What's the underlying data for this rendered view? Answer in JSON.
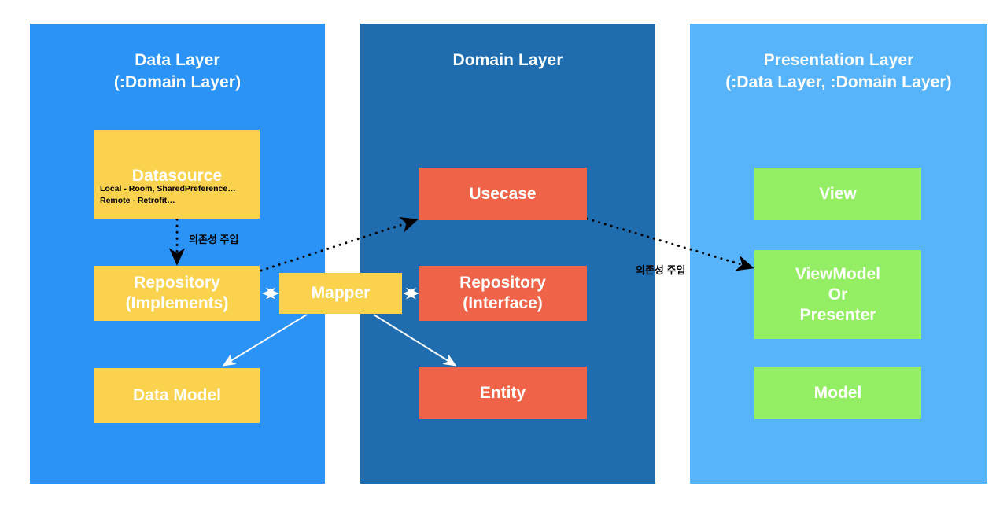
{
  "diagram": {
    "title": "Clean Architecture Layer Diagram",
    "colors": {
      "data_layer_bg": "#2B93F6",
      "domain_layer_bg": "#1F6CAE",
      "presentation_layer_bg": "#58B4FA",
      "data_node": "#FBD24D",
      "domain_node": "#EF6348",
      "presentation_node": "#93EE63",
      "page_bg": "#FFFFFF",
      "solid_arrow": "#FFFFFF",
      "dotted_arrow": "#000000"
    },
    "layers": [
      {
        "id": "data",
        "title": "Data Layer\n(:Domain Layer)",
        "nodes": [
          {
            "id": "datasource",
            "label": "Datasource",
            "sub": "Local - Room, SharedPreference…\nRemote - Retrofit…"
          },
          {
            "id": "repository-implements",
            "label": "Repository\n(Implements)"
          },
          {
            "id": "data-model",
            "label": "Data Model"
          }
        ]
      },
      {
        "id": "domain",
        "title": "Domain Layer",
        "nodes": [
          {
            "id": "usecase",
            "label": "Usecase"
          },
          {
            "id": "repository-interface",
            "label": "Repository\n(Interface)"
          },
          {
            "id": "entity",
            "label": "Entity"
          }
        ]
      },
      {
        "id": "presentation",
        "title": "Presentation Layer\n(:Data Layer, :Domain Layer)",
        "nodes": [
          {
            "id": "view",
            "label": "View"
          },
          {
            "id": "viewmodel-or-presenter",
            "label": "ViewModel\nOr\nPresenter"
          },
          {
            "id": "model",
            "label": "Model"
          }
        ]
      }
    ],
    "shared": {
      "mapper": {
        "id": "mapper",
        "label": "Mapper"
      }
    },
    "annotations": [
      {
        "id": "di-1",
        "label": "의존성 주입"
      },
      {
        "id": "di-2",
        "label": "의존성 주입"
      }
    ],
    "connections": [
      {
        "id": "datasource-to-repository",
        "style": "dotted",
        "label": "의존성 주입"
      },
      {
        "id": "repository-to-usecase",
        "style": "dotted"
      },
      {
        "id": "usecase-to-viewmodel",
        "style": "dotted",
        "label": "의존성 주입"
      },
      {
        "id": "repository-impl-to-mapper",
        "style": "solid",
        "arrows": "both"
      },
      {
        "id": "mapper-to-repository-interface",
        "style": "solid",
        "arrows": "both"
      },
      {
        "id": "mapper-to-data-model",
        "style": "solid",
        "arrows": "single"
      },
      {
        "id": "mapper-to-entity",
        "style": "solid",
        "arrows": "single"
      }
    ]
  }
}
